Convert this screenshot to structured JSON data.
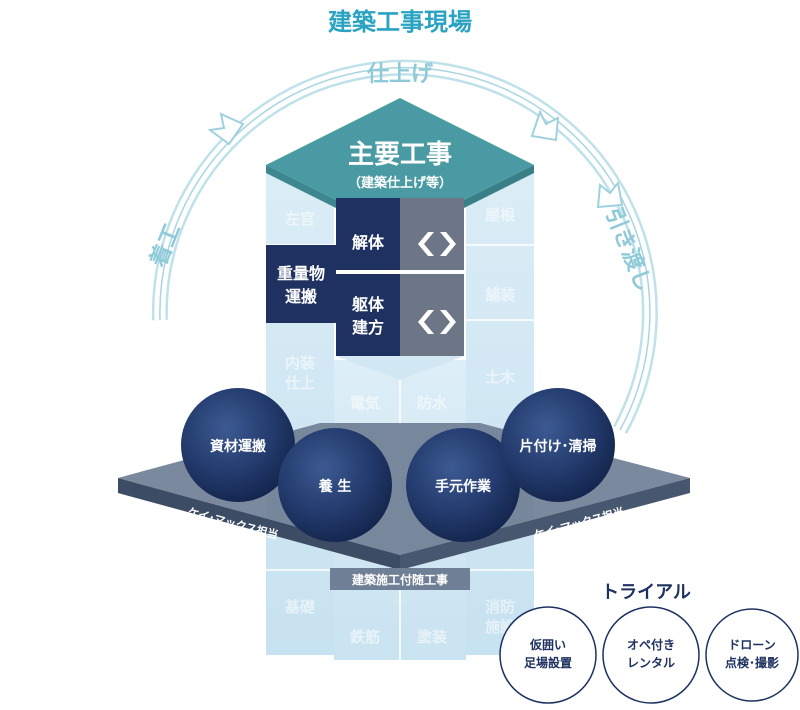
{
  "title": "建築工事現場",
  "cycle": {
    "top": "仕上げ",
    "left": "着工",
    "right": "引き渡し"
  },
  "main_work": {
    "title": "主要工事",
    "subtitle": "（建築仕上げ等）"
  },
  "core_blocks": {
    "demolition": "解体",
    "heavy": [
      "重量物",
      "運搬"
    ],
    "frame": [
      "躯体",
      "建方"
    ]
  },
  "ghost_labels": {
    "sakan": "左官",
    "okujou": "屋根",
    "naisou": [
      "内装",
      "仕上"
    ],
    "hosou": "舗装",
    "denki": "電気",
    "bousui": "防水",
    "doboku": "土木",
    "kiso": "基礎",
    "tekkin": "鉄筋",
    "tosou": "塗装",
    "shoubou": [
      "消防",
      "施設"
    ]
  },
  "spheres": [
    "資材運搬",
    "養 生",
    "手元作業",
    "片付け･清掃"
  ],
  "platform": {
    "left_label": "ケイ･マックス担当",
    "right_label": "ケイ･マックス担当",
    "center_label": "建築施工付随工事"
  },
  "trial": {
    "heading": "トライアル",
    "items": [
      [
        "仮囲い",
        "足場設置"
      ],
      [
        "オペ付き",
        "レンタル"
      ],
      [
        "ドローン",
        "点検･撮影"
      ]
    ]
  },
  "colors": {
    "accent": "#2aa3c2",
    "navy": "#1e3160",
    "teal": "#4a9aa3",
    "ghost_block": "#cfe6f3",
    "platform": "#6f7f95"
  }
}
